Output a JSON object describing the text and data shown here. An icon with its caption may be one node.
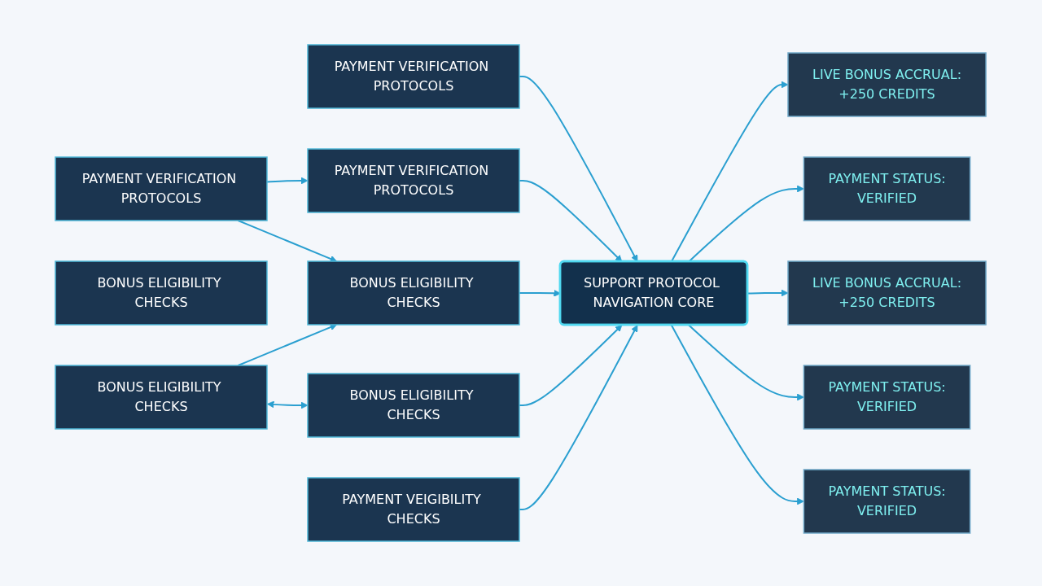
{
  "diagram": {
    "nodes": [
      {
        "text": [
          "PAYMENT VERIFICATION PROTOCOLS"
        ]
      },
      {
        "text": [
          "PAYMENT VERIFICATION PROTOCOLS"
        ]
      },
      {
        "text": [
          "PAYMENT VERIFICATION PROTOCOLS"
        ]
      },
      {
        "text": [
          "BONUS ELIGIBILITY CHECKS"
        ]
      },
      {
        "text": [
          "BONUS ELIGIBILITY CHECKS"
        ]
      },
      {
        "text": [
          "BONUS ELIGIBILITY CHECKS"
        ]
      },
      {
        "text": [
          "BONUS ELIGIBILITY CHECKS"
        ]
      },
      {
        "text": [
          "PAYMENT VEIGIBILITY CHECKS"
        ]
      },
      {
        "text": [
          "SUPPORT PROTOCOL NAVIGATION CORE"
        ]
      },
      {
        "text": [
          "LIVE BONUS ACCRUAL:",
          "+250 CREDITS"
        ]
      },
      {
        "text": [
          "PAYMENT STATUS:",
          "VERIFIED"
        ]
      },
      {
        "text": [
          "LIVE BONUS ACCRUAL:",
          "+250 CREDITS"
        ]
      },
      {
        "text": [
          "PAYMENT STATUS:",
          "VERIFIED"
        ]
      },
      {
        "text": [
          "PAYMENT STATUS:",
          "VERIFIED"
        ]
      }
    ],
    "edges": [
      {
        "from": 1,
        "to": 2,
        "arrow": "to"
      },
      {
        "from": 1,
        "to": 4,
        "arrow": "to"
      },
      {
        "from": 5,
        "to": 4,
        "arrow": "to"
      },
      {
        "from": 5,
        "to": 6,
        "arrow": "both"
      },
      {
        "from": 0,
        "to": 8,
        "arrow": "to"
      },
      {
        "from": 2,
        "to": 8,
        "arrow": "to"
      },
      {
        "from": 4,
        "to": 8,
        "arrow": "to"
      },
      {
        "from": 6,
        "to": 8,
        "arrow": "to"
      },
      {
        "from": 7,
        "to": 8,
        "arrow": "to"
      },
      {
        "from": 8,
        "to": 9,
        "arrow": "to"
      },
      {
        "from": 8,
        "to": 10,
        "arrow": "to"
      },
      {
        "from": 8,
        "to": 11,
        "arrow": "to"
      },
      {
        "from": 8,
        "to": 12,
        "arrow": "to"
      },
      {
        "from": 8,
        "to": 13,
        "arrow": "to"
      }
    ]
  }
}
